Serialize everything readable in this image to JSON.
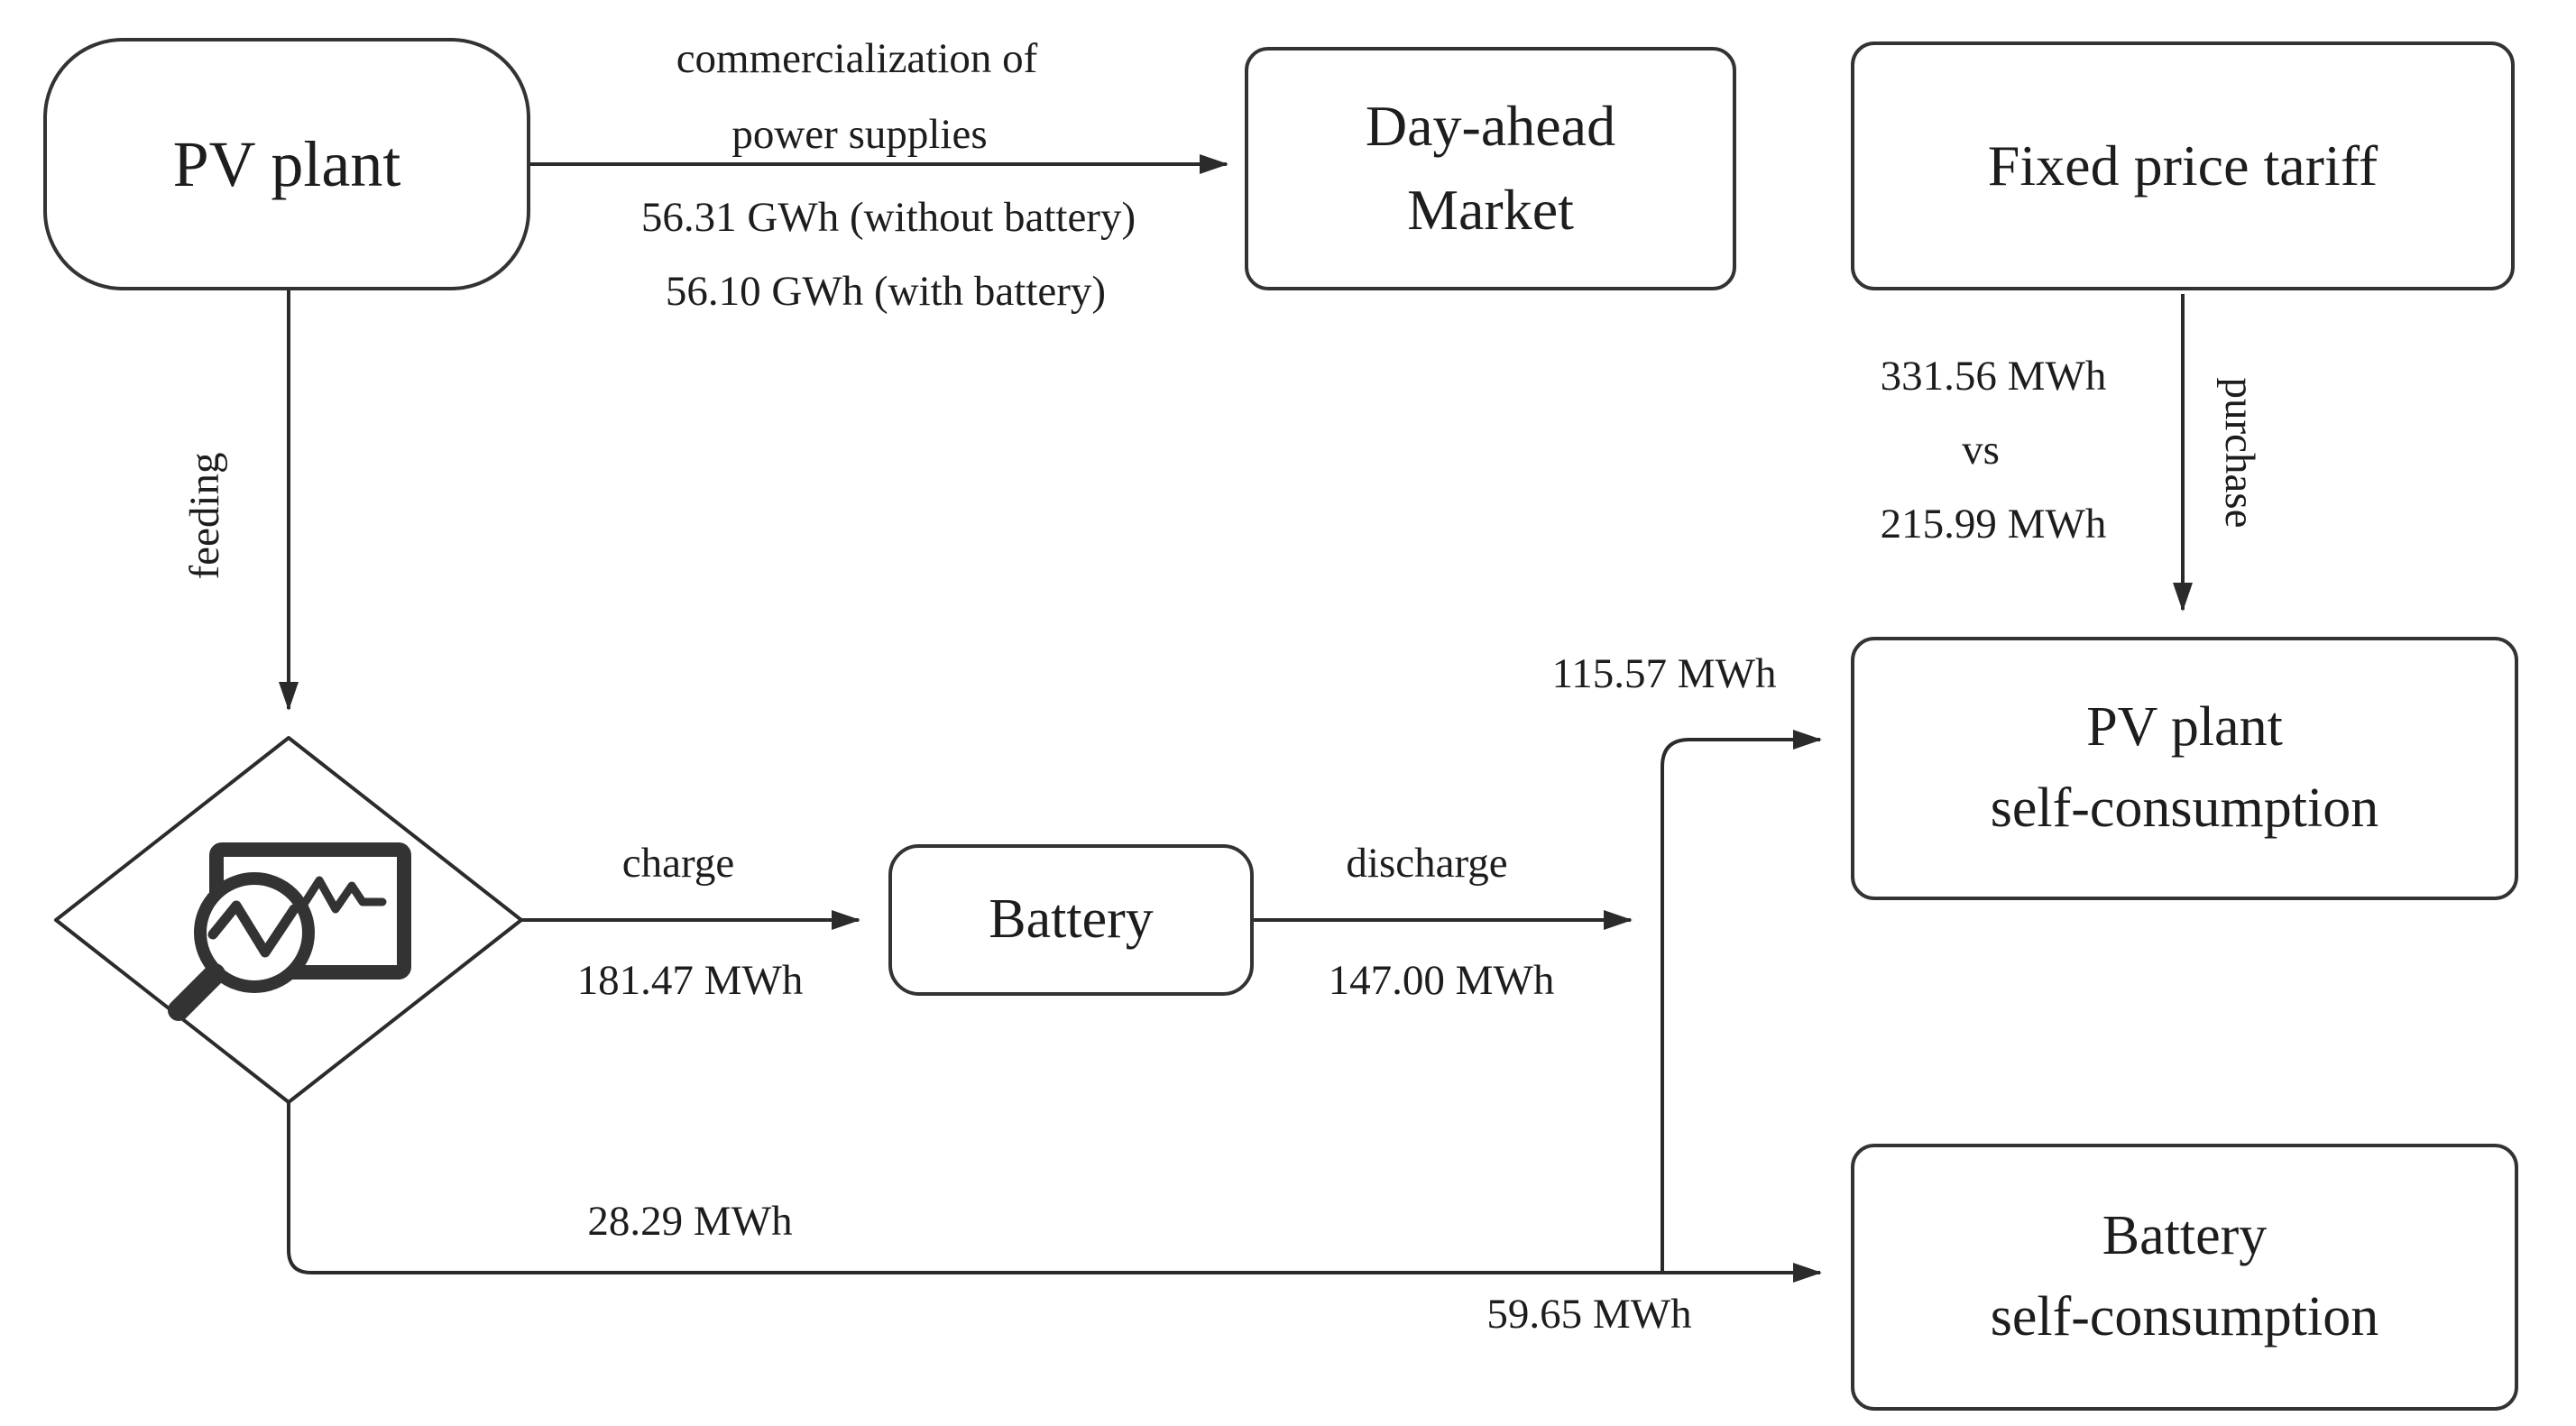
{
  "figure": {
    "type": "flow-diagram",
    "ink_color": "#2b2b2b",
    "background": "#ffffff"
  },
  "nodes": {
    "pv_plant": {
      "label": "PV plant"
    },
    "day_ahead_market": {
      "line1": "Day-ahead",
      "line2": "Market"
    },
    "fixed_price_tariff": {
      "label": "Fixed price tariff"
    },
    "pv_plant_self_consumption": {
      "line1": "PV plant",
      "line2": "self-consumption"
    },
    "battery": {
      "label": "Battery"
    },
    "battery_self_consumption": {
      "line1": "Battery",
      "line2": "self-consumption"
    },
    "decision_diamond": {
      "icon": "chart-monitor-magnifier-icon"
    }
  },
  "edges": {
    "commercialization": {
      "label_line1": "commercialization of",
      "label_line2": "power supplies",
      "value_without_battery": "56.31 GWh (without battery)",
      "value_with_battery": "56.10 GWh (with battery)"
    },
    "feeding": {
      "label": "feeding"
    },
    "purchase": {
      "label": "purchase",
      "value_a": "331.56 MWh",
      "vs": "vs",
      "value_b": "215.99 MWh"
    },
    "charge": {
      "label": "charge",
      "value": "181.47 MWh"
    },
    "discharge": {
      "label": "discharge",
      "value": "147.00 MWh"
    },
    "to_pv_plant_self_consumption": {
      "value": "115.57 MWh"
    },
    "diamond_to_battery_self_consumption": {
      "value": "28.29 MWh"
    },
    "into_battery_self_consumption": {
      "value": "59.65 MWh"
    }
  }
}
